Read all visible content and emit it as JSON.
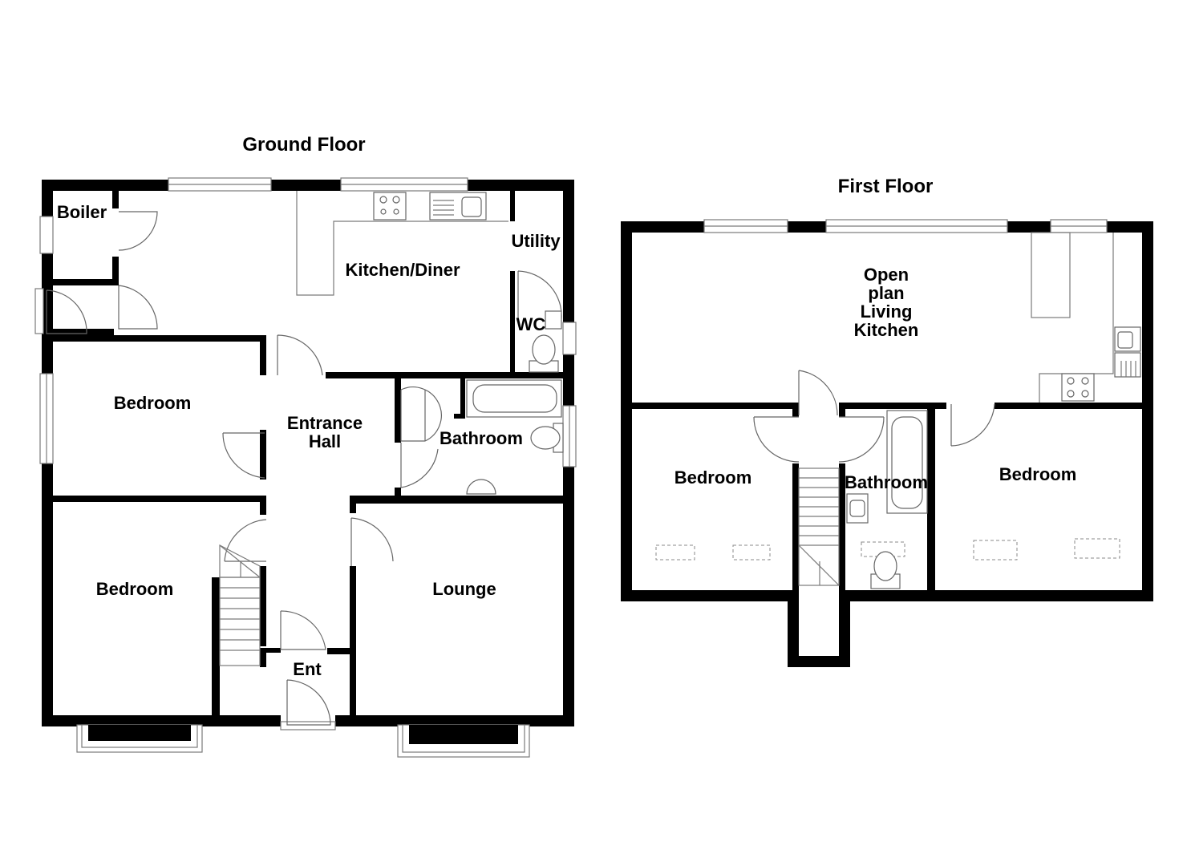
{
  "ground_floor": {
    "title": "Ground Floor",
    "rooms": {
      "boiler": "Boiler",
      "kitchen_diner": "Kitchen/Diner",
      "utility": "Utility",
      "wc": "WC",
      "bedroom_1": "Bedroom",
      "entrance_hall_line1": "Entrance",
      "entrance_hall_line2": "Hall",
      "bathroom": "Bathroom",
      "bedroom_2": "Bedroom",
      "lounge": "Lounge",
      "ent": "Ent"
    }
  },
  "first_floor": {
    "title": "First Floor",
    "rooms": {
      "open_plan_line1": "Open",
      "open_plan_line2": "plan",
      "open_plan_line3": "Living",
      "open_plan_line4": "Kitchen",
      "bedroom_left": "Bedroom",
      "bathroom": "Bathroom",
      "bedroom_right": "Bedroom"
    }
  }
}
